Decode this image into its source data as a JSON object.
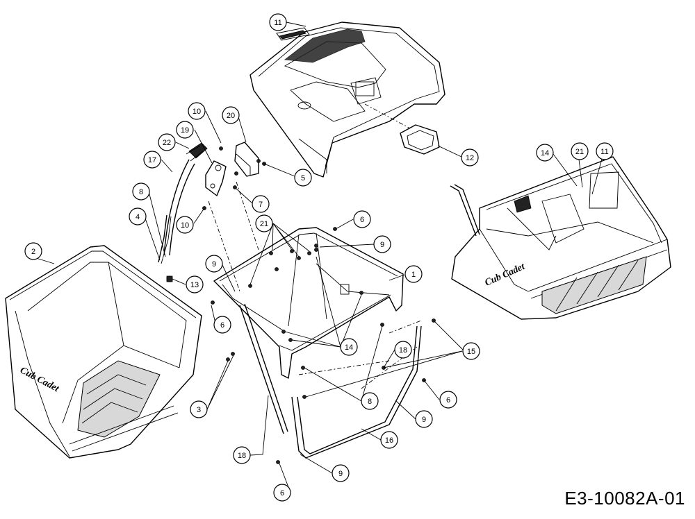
{
  "document_id": "E3-10082A-01",
  "brand_text": "Cub Cadet",
  "callouts": [
    {
      "key": "c11a",
      "label": "11"
    },
    {
      "key": "c10a",
      "label": "10"
    },
    {
      "key": "c20",
      "label": "20"
    },
    {
      "key": "c19",
      "label": "19"
    },
    {
      "key": "c22",
      "label": "22"
    },
    {
      "key": "c17",
      "label": "17"
    },
    {
      "key": "c5",
      "label": "5"
    },
    {
      "key": "c12",
      "label": "12"
    },
    {
      "key": "c7",
      "label": "7"
    },
    {
      "key": "c8a",
      "label": "8"
    },
    {
      "key": "c4",
      "label": "4"
    },
    {
      "key": "c10b",
      "label": "10"
    },
    {
      "key": "c21a",
      "label": "21"
    },
    {
      "key": "c6a",
      "label": "6"
    },
    {
      "key": "c9a",
      "label": "9"
    },
    {
      "key": "c2",
      "label": "2"
    },
    {
      "key": "c9b",
      "label": "9"
    },
    {
      "key": "c13",
      "label": "13"
    },
    {
      "key": "c1",
      "label": "1"
    },
    {
      "key": "c6b",
      "label": "6"
    },
    {
      "key": "c14a",
      "label": "14"
    },
    {
      "key": "c15",
      "label": "15"
    },
    {
      "key": "c18a",
      "label": "18"
    },
    {
      "key": "c3",
      "label": "3"
    },
    {
      "key": "c8b",
      "label": "8"
    },
    {
      "key": "c6c",
      "label": "6"
    },
    {
      "key": "c9c",
      "label": "9"
    },
    {
      "key": "c16",
      "label": "16"
    },
    {
      "key": "c18b",
      "label": "18"
    },
    {
      "key": "c9d",
      "label": "9"
    },
    {
      "key": "c6d",
      "label": "6"
    },
    {
      "key": "c14b",
      "label": "14"
    },
    {
      "key": "c21b",
      "label": "21"
    },
    {
      "key": "c11b",
      "label": "11"
    }
  ]
}
